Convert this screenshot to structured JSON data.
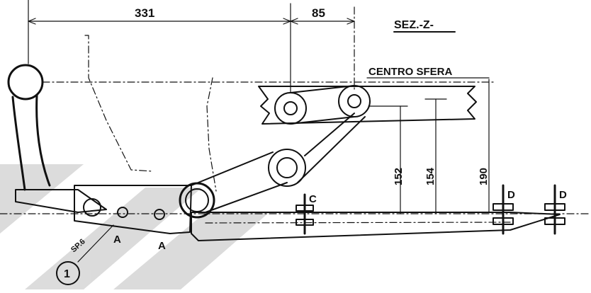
{
  "dimensions": {
    "dim_331": "331",
    "dim_85": "85",
    "dim_152": "152",
    "dim_154": "154",
    "dim_190": "190"
  },
  "labels": {
    "section": "SEZ.-Z-",
    "ball_center": "CENTRO SFERA",
    "bolt_a1": "A",
    "bolt_a2": "A",
    "bolt_c": "C",
    "bolt_d1": "D",
    "bolt_d2": "D",
    "thickness": "SP.6",
    "item_number": "1"
  },
  "colors": {
    "ink": "#111111",
    "watermark": "#d0d0d0",
    "background": "#ffffff"
  }
}
